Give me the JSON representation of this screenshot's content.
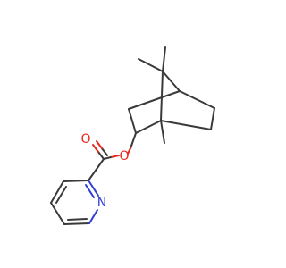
{
  "molecule": {
    "atoms": {
      "o_carbonyl": {
        "symbol": "O",
        "color": "#e8261c"
      },
      "o_ester": {
        "symbol": "O",
        "color": "#e8261c"
      },
      "n_pyridine": {
        "symbol": "N",
        "color": "#2f3fd6"
      }
    },
    "bond_color": "#3a3a3a"
  }
}
